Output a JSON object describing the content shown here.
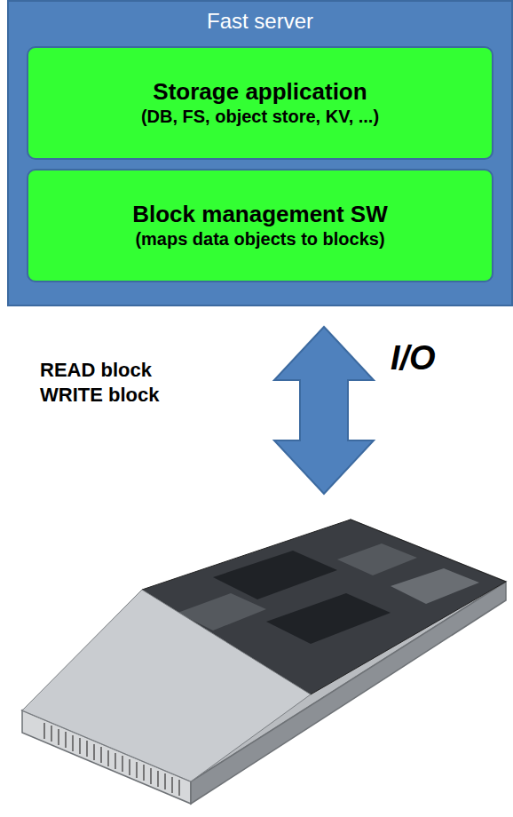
{
  "diagram": {
    "nodes": [
      {
        "text": [
          "Fast server"
        ]
      },
      {
        "text": [
          "Storage application",
          "(DB, FS, object store, KV, ...)"
        ],
        "in": 0
      },
      {
        "text": [
          "Block management SW",
          "(maps data objects to blocks)"
        ],
        "in": 0
      }
    ],
    "labels": [
      "READ block",
      "WRITE block",
      "I/O"
    ]
  }
}
